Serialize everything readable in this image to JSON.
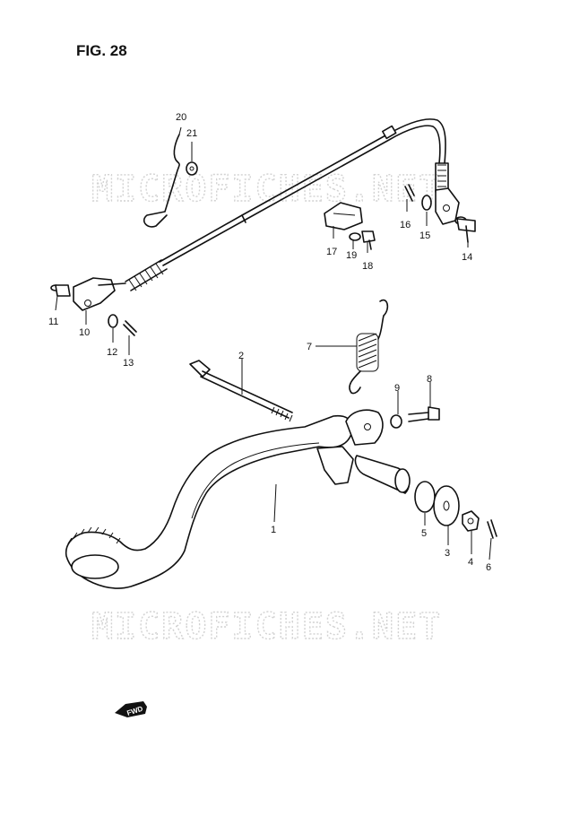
{
  "figure": {
    "title": "FIG. 28"
  },
  "watermarks": [
    "MICROFICHES.NET",
    "MICROFICHES.NET"
  ],
  "direction_badge": "FWD",
  "callouts": [
    "1",
    "2",
    "3",
    "4",
    "5",
    "6",
    "7",
    "8",
    "9",
    "10",
    "11",
    "12",
    "13",
    "14",
    "15",
    "16",
    "17",
    "18",
    "19",
    "20",
    "21"
  ]
}
